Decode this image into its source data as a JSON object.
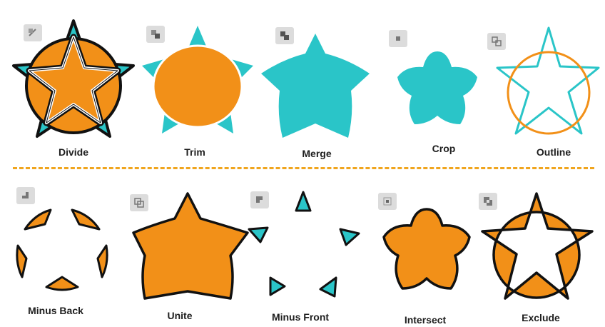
{
  "colors": {
    "orange": "#f29018",
    "cyan": "#2ac5c8",
    "stroke": "#111111",
    "divider": "#f0a51e",
    "icon_bg": "#dcdcdc"
  },
  "top_row": [
    {
      "label": "Divide",
      "icon": "divide-icon"
    },
    {
      "label": "Trim",
      "icon": "trim-icon"
    },
    {
      "label": "Merge",
      "icon": "merge-icon"
    },
    {
      "label": "Crop",
      "icon": "crop-icon"
    },
    {
      "label": "Outline",
      "icon": "outline-icon"
    }
  ],
  "bottom_row": [
    {
      "label": "Minus Back",
      "icon": "minus-back-icon"
    },
    {
      "label": "Unite",
      "icon": "unite-icon"
    },
    {
      "label": "Minus Front",
      "icon": "minus-front-icon"
    },
    {
      "label": "Intersect",
      "icon": "intersect-icon"
    },
    {
      "label": "Exclude",
      "icon": "exclude-icon"
    }
  ]
}
